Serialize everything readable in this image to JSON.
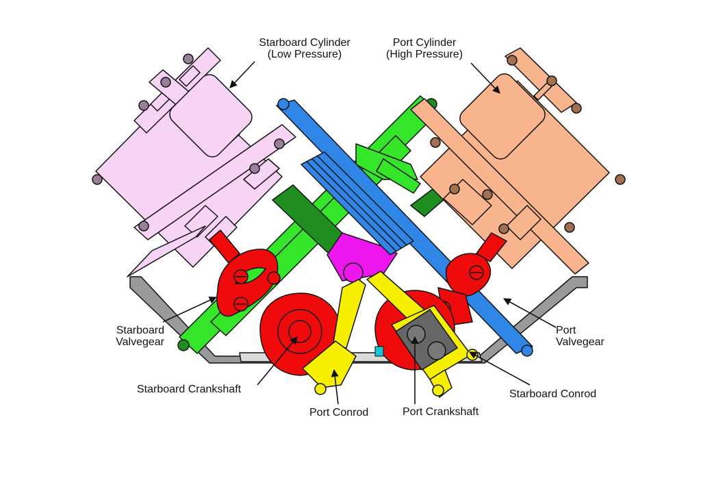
{
  "diagram": {
    "labels": {
      "starboard_cylinder": [
        "Starboard Cylinder",
        "(Low Pressure)"
      ],
      "port_cylinder": [
        "Port Cylinder",
        "(High Pressure)"
      ],
      "starboard_valvegear": [
        "Starboard",
        "Valvegear"
      ],
      "port_valvegear": [
        "Port",
        "Valvegear"
      ],
      "starboard_crankshaft": "Starboard Crankshaft",
      "port_conrod": "Port Conrod",
      "port_crankshaft": "Port Crankshaft",
      "starboard_conrod": "Starboard Conrod"
    },
    "colors": {
      "starboard_cylinder": "#f7d3f5",
      "port_cylinder": "#f8b48c",
      "blue_frame": "#2f86e6",
      "green_frame": "#35e52a",
      "dark_green": "#1f8d1f",
      "valvegear": "#ef0b0b",
      "conrod": "#f6f000",
      "crosshead": "#ee16ee",
      "port_crank_block": "#666666",
      "base_plate": "#9a9a9a",
      "outline": "#111111"
    }
  }
}
